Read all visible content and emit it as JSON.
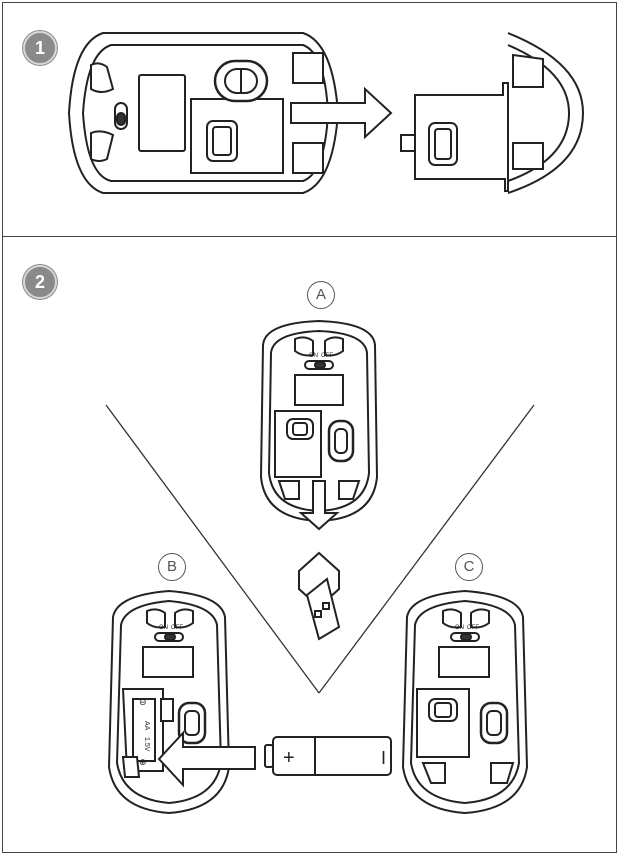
{
  "steps": {
    "step1": "1",
    "step2": "2"
  },
  "variants": {
    "a": "A",
    "b": "B",
    "c": "C"
  },
  "switch_labels": {
    "on": "ON",
    "off": "OFF"
  },
  "battery": {
    "plus": "+",
    "minus": "I",
    "type": "AA",
    "voltage": "1.5V",
    "polarity_pos": "⊕",
    "polarity_neg": "⊖"
  },
  "icons": {
    "arrow": "arrow-right-icon",
    "arrow_down": "arrow-down-icon",
    "arrow_left": "arrow-left-icon"
  }
}
